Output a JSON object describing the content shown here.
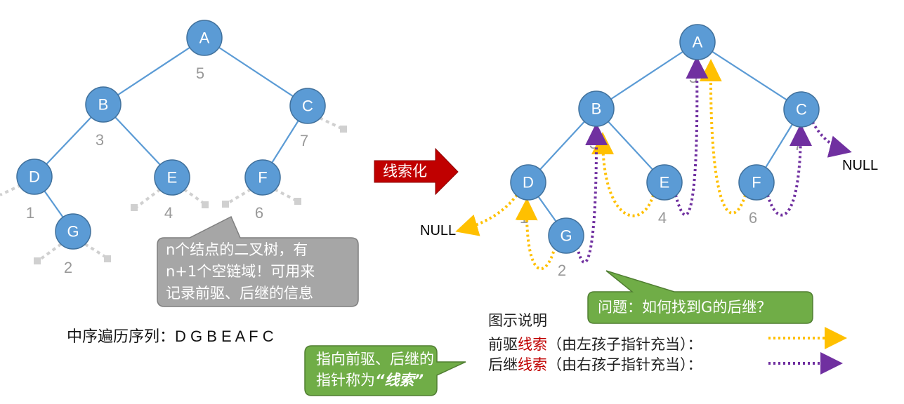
{
  "nodes": {
    "a": "A",
    "b": "B",
    "c": "C",
    "d": "D",
    "e": "E",
    "f": "F",
    "g": "G"
  },
  "orders": {
    "a": "5",
    "b": "3",
    "c": "7",
    "d": "1",
    "e": "4",
    "f": "6",
    "g": "2"
  },
  "null_label": "NULL",
  "arrow_label": "线索化",
  "callout_left": {
    "line1": "n个结点的二叉树，有",
    "line2": "n+1个空链域！可用来",
    "line3": "记录前驱、后继的信息"
  },
  "callout_bottom": {
    "line1": "指向前驱、后继的",
    "line2_prefix": "指针称为",
    "line2_emph": "“线索”"
  },
  "callout_right": "问题：如何找到G的后继？",
  "inorder_label": "中序遍历序列：",
  "inorder_sequence": "D G B E A F C",
  "legend": {
    "title": "图示说明",
    "pred_prefix": "前驱",
    "pred_word": "线索",
    "pred_suffix": "（由左孩子指针充当）：",
    "succ_prefix": "后继",
    "succ_word": "线索",
    "succ_suffix": "（由右孩子指针充当）："
  },
  "colors": {
    "node_fill": "#5b9bd5",
    "pred_thread": "#ffc000",
    "succ_thread": "#7030a0",
    "red_arrow": "#c00000",
    "callout_gray": "#a6a6a6",
    "callout_green": "#70ad47"
  }
}
